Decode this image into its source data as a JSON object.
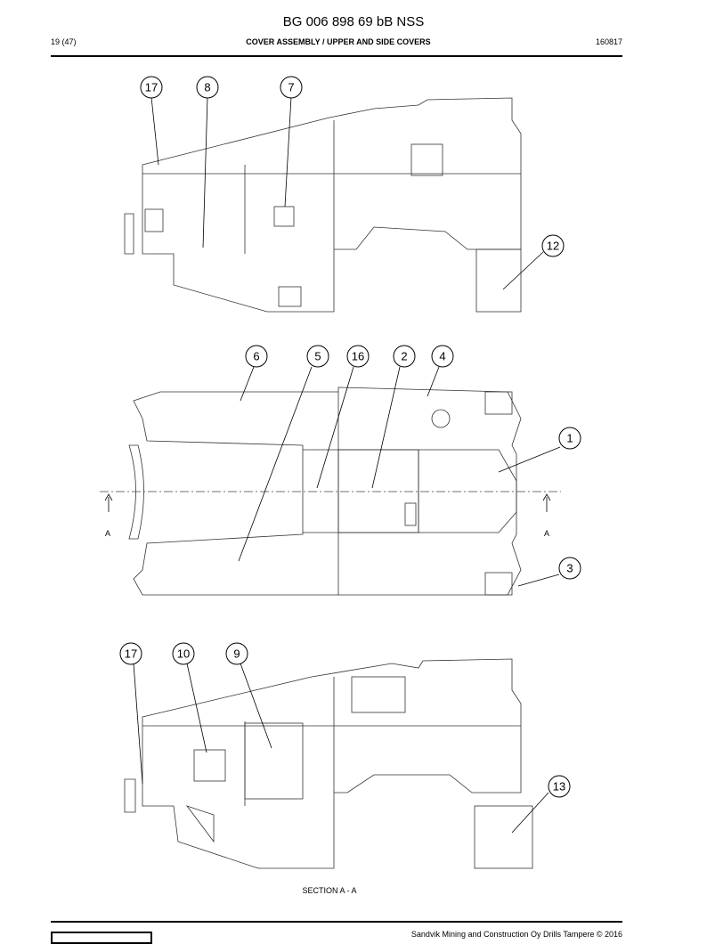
{
  "header": {
    "document_number": "BG 006 898 69 bB NSS",
    "page": "19 (47)",
    "title": "COVER ASSEMBLY / UPPER AND SIDE COVERS",
    "date_code": "160817"
  },
  "diagram": {
    "top_view_callouts": [
      "17",
      "8",
      "7",
      "12"
    ],
    "plan_view_callouts": [
      "6",
      "5",
      "16",
      "2",
      "4",
      "1",
      "3"
    ],
    "section_view_callouts": [
      "17",
      "10",
      "9",
      "13"
    ],
    "section_marker": "A",
    "section_caption": "SECTION A - A"
  },
  "footer": {
    "copyright": "Sandvik Mining and Construction Oy Drills Tampere © 2016"
  }
}
